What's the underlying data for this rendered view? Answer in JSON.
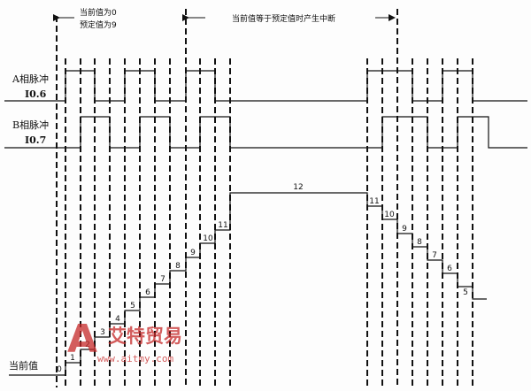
{
  "annotations": {
    "reset_note_line1": "当前值为0",
    "reset_note_line2": "预定值为9",
    "interrupt_note": "当前值等于预定值时产生中断"
  },
  "signals": {
    "a_name": "A相脉冲",
    "a_addr": "I0.6",
    "b_name": "B相脉冲",
    "b_addr": "I0.7",
    "count_label": "当前值"
  },
  "count_values": {
    "c0": "0",
    "c1": "1",
    "c2": "2",
    "c3": "3",
    "c4": "4",
    "c5": "5",
    "c6": "6",
    "c7": "7",
    "c8": "8",
    "c9": "9",
    "c10": "10",
    "c11": "11",
    "c12": "12",
    "d11": "11",
    "d10": "10",
    "d9": "9",
    "d8": "8",
    "d7": "7",
    "d6": "6",
    "d5": "5"
  },
  "watermark": {
    "logo_letter": "A",
    "brand": "艾特贸易",
    "url": "www.aitmy.com"
  },
  "colors": {
    "line": "#111111",
    "watermark": "#c62828"
  }
}
